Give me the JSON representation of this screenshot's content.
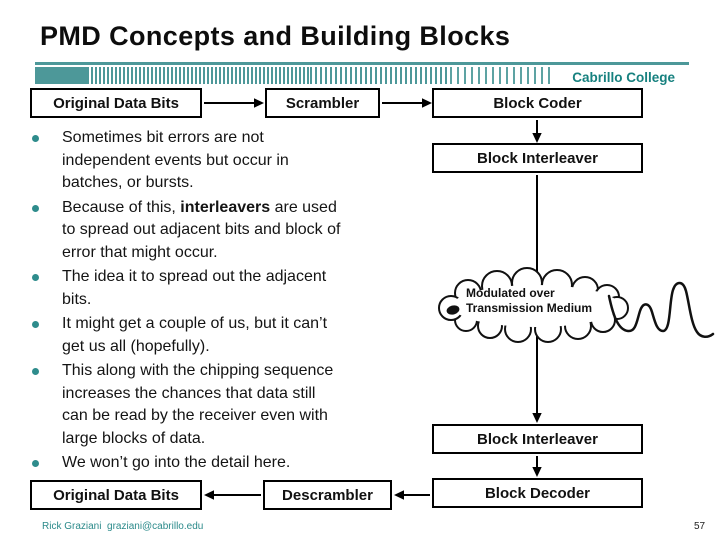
{
  "slide": {
    "title": "PMD Concepts and Building Blocks",
    "brand": "Cabrillo College",
    "footer_left": "Rick Graziani  graziani@cabrillo.edu",
    "page_number": "57"
  },
  "colors": {
    "teal_bar": "#4d9899",
    "brand_text": "#17817f",
    "bullet_dot": "#2e8c8c",
    "footer_text": "#2b8a8a",
    "box_stroke": "#000000"
  },
  "bullets": [
    {
      "text": "Sometimes bit errors are not\nindependent events but occur in\nbatches, or bursts."
    },
    {
      "pre": "Because of this, ",
      "bold": "interleavers",
      "post": " are used\nto spread out adjacent bits and block of\nerror that might occur."
    },
    {
      "text": "The idea it to spread out the adjacent\nbits."
    },
    {
      "text": "It might get a couple of us, but it can’t\nget us all (hopefully)."
    },
    {
      "text": "This along with the chipping sequence\nincreases the chances that data still\ncan be read by the receiver even with\nlarge blocks of data."
    },
    {
      "text": "We won’t go into the detail here."
    }
  ],
  "flowchart": {
    "boxes": {
      "odb_top": "Original Data Bits",
      "scrambler": "Scrambler",
      "block_coder": "Block Coder",
      "block_interleaver_1": "Block Interleaver",
      "block_interleaver_2": "Block Interleaver",
      "block_decoder": "Block Decoder",
      "descrambler": "Descrambler",
      "odb_bottom": "Original Data Bits"
    },
    "cloud": {
      "line1": "Modulated over",
      "line2": "Transmission Medium"
    }
  }
}
